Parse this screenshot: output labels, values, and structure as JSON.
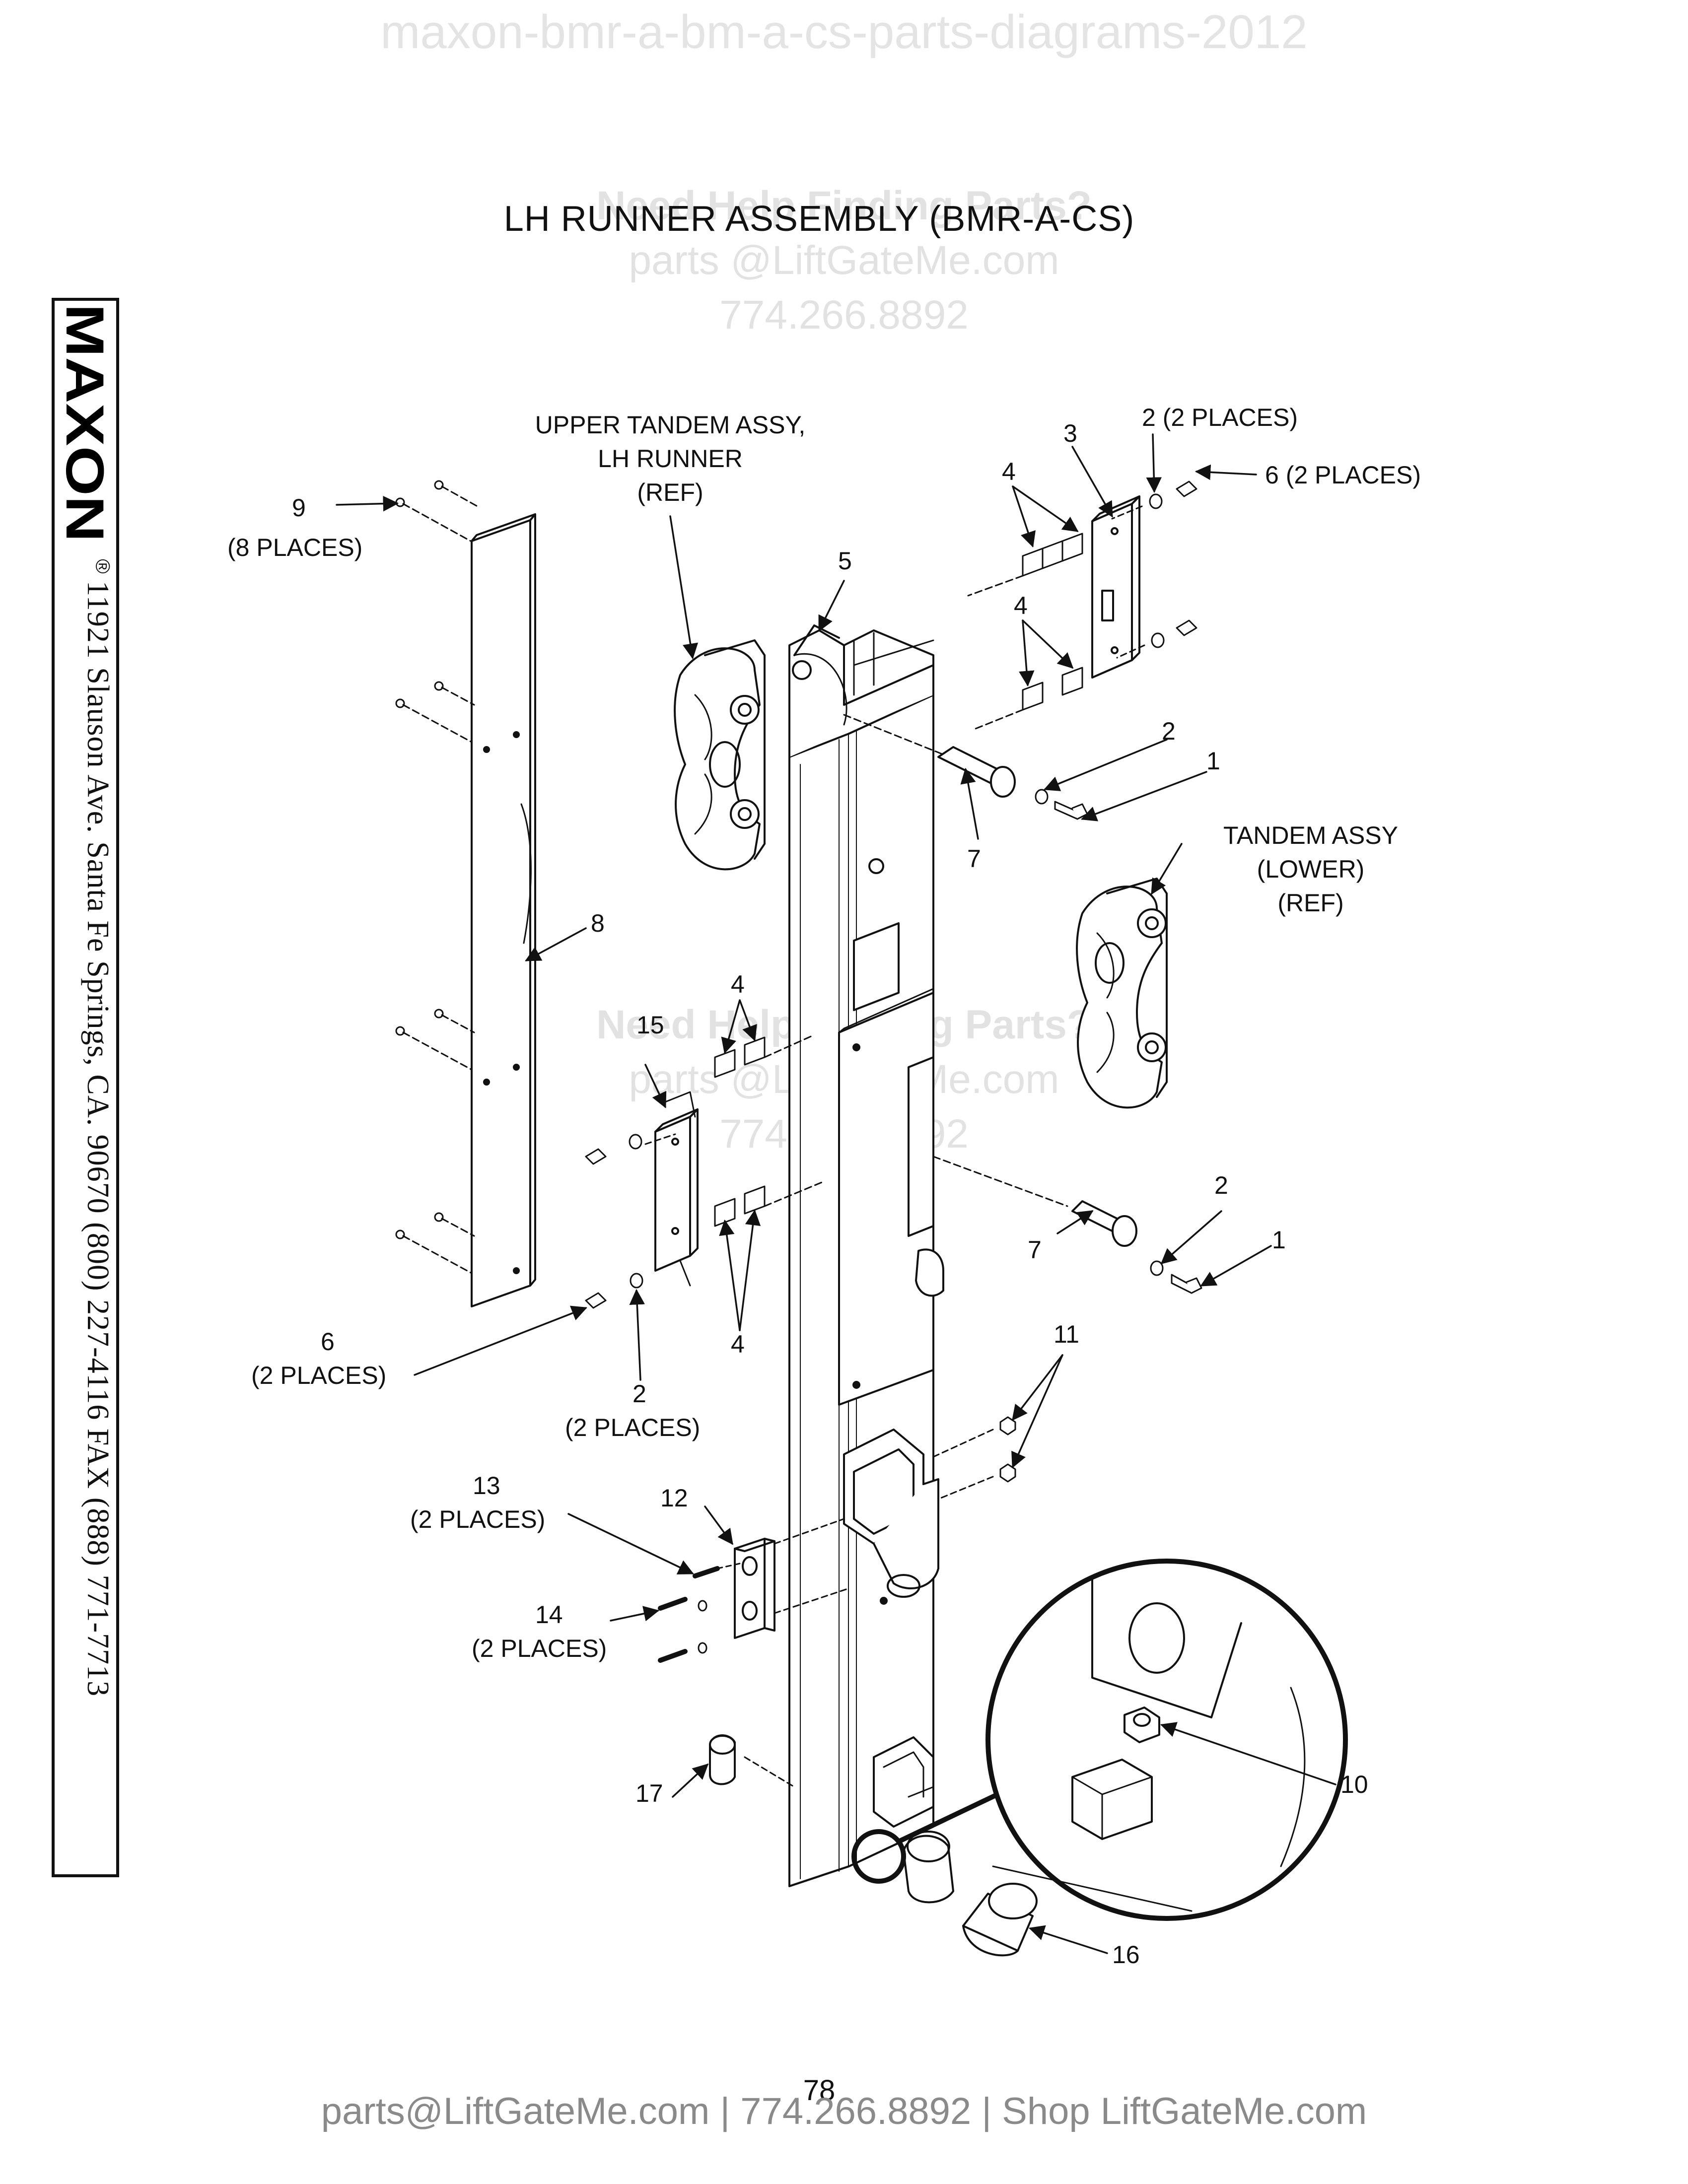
{
  "watermark": {
    "top": "maxon-bmr-a-bm-a-cs-parts-diagrams-2012",
    "help_line": "Need Help Finding Parts?",
    "email_line": "parts @LiftGateMe.com",
    "phone_line": "774.266.8892"
  },
  "title": "LH RUNNER ASSEMBLY (BMR-A-CS)",
  "brand": {
    "logo_text": "MAXON",
    "registered": "®",
    "address": "11921 Slauson Ave.  Santa Fe Springs, CA.  90670  (800) 227-4116  FAX (888) 771-7713"
  },
  "callouts": {
    "c9": "9",
    "c9_places": "(8 PLACES)",
    "upper_tandem_1": "UPPER TANDEM ASSY,",
    "upper_tandem_2": "LH RUNNER",
    "upper_tandem_3": "(REF)",
    "c3": "3",
    "c2_top": "2 (2 PLACES)",
    "c6_top": "6 (2 PLACES)",
    "c4_a": "4",
    "c5": "5",
    "c4_b": "4",
    "c2_mid": "2",
    "c1_mid": "1",
    "c7_mid": "7",
    "lower_tandem_1": "TANDEM ASSY",
    "lower_tandem_2": "(LOWER)",
    "lower_tandem_3": "(REF)",
    "c8": "8",
    "c4_c": "4",
    "c15": "15",
    "c2_low": "2",
    "c1_low": "1",
    "c7_low": "7",
    "c4_d": "4",
    "c6_low": "6",
    "c6_low_places": "(2 PLACES)",
    "c2_bottom": "2",
    "c2_bottom_places": "(2 PLACES)",
    "c11": "11",
    "c13": "13",
    "c13_places": "(2 PLACES)",
    "c12": "12",
    "c14": "14",
    "c14_places": "(2 PLACES)",
    "c10": "10",
    "c17": "17",
    "c16": "16"
  },
  "page_number": "78",
  "footer": "parts@LiftGateMe.com | 774.266.8892 | Shop LiftGateMe.com"
}
